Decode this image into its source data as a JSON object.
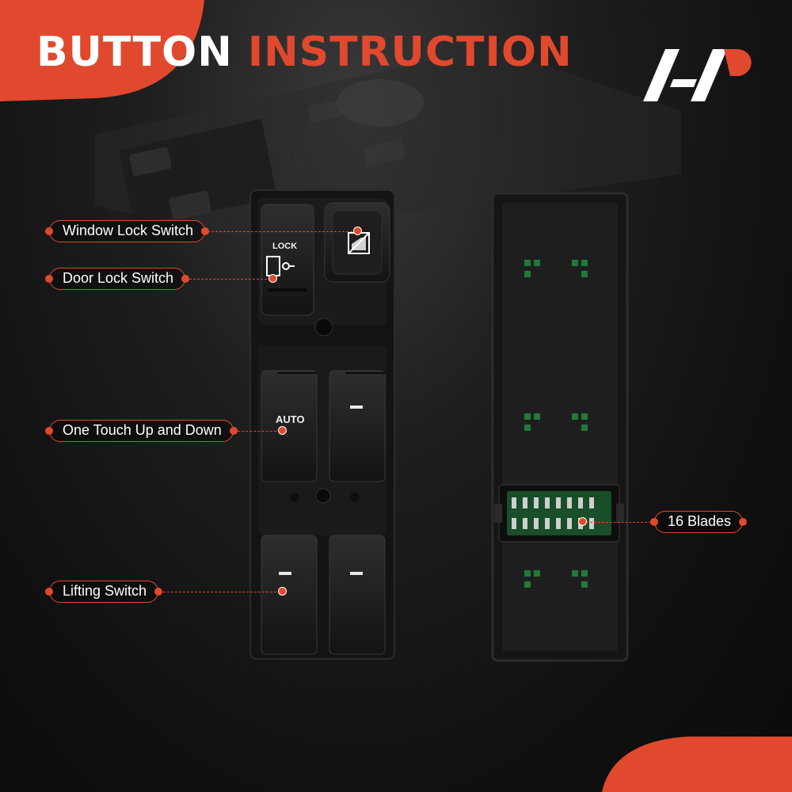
{
  "header": {
    "title_white": "BUTTON",
    "title_orange": "INSTRUCTION"
  },
  "colors": {
    "accent": "#e0492d",
    "background": "#111111",
    "panel": "#1a1a1a",
    "pcb": "#1f7a3a"
  },
  "switch_labels": {
    "lock": "LOCK",
    "auto": "AUTO"
  },
  "callouts": {
    "window_lock": "Window Lock Switch",
    "door_lock": "Door Lock Switch",
    "one_touch": "One Touch Up and Down",
    "lifting": "Lifting Switch",
    "blades": "16 Blades"
  },
  "icons": {
    "logo": "brand-logo",
    "window_lock": "window-lock-icon",
    "door_lock": "door-lock-icon"
  }
}
